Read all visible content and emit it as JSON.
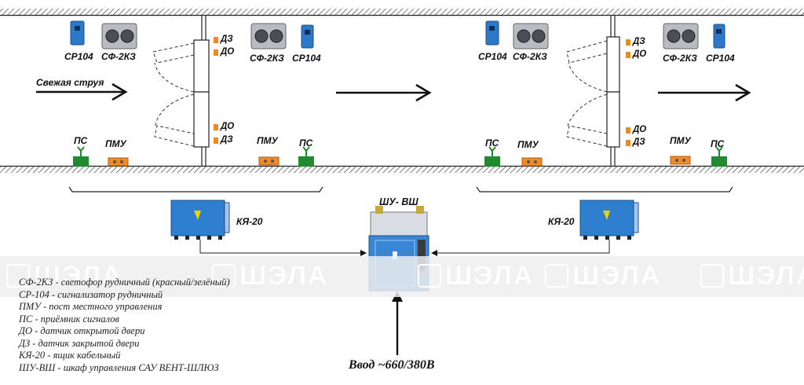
{
  "devices": {
    "cp104": "СР104",
    "cf2kz": "СФ-2КЗ",
    "dz": "ДЗ",
    "do": "ДО",
    "ps": "ПС",
    "pmu": "ПМУ",
    "kya20": "КЯ-20",
    "shu_vsh": "ШУ- ВШ"
  },
  "airflow_label": "Свежая струя",
  "watermark": "ШЭЛА",
  "input_label": "Ввод ~660/380В",
  "legend": [
    "СФ-2КЗ - светофор рудничный (красный/зелёный)",
    "СР-104 - сигнализатор рудничный",
    "ПМУ - пост местного управления",
    "ПС - приёмник сигналов",
    "ДО - датчик открытой двери",
    "ДЗ - датчик закрытой двери",
    "КЯ-20 - ящик кабельный",
    "ШУ-ВШ - шкаф управления САУ ВЕНТ-ШЛЮЗ"
  ],
  "colors": {
    "sensor_orange": "#f08a1c",
    "receiver_green": "#1f8a2e",
    "pmu_orange": "#f28a28",
    "box_blue": "#2f7fd0",
    "cabinet_blue": "#3a86d6"
  }
}
